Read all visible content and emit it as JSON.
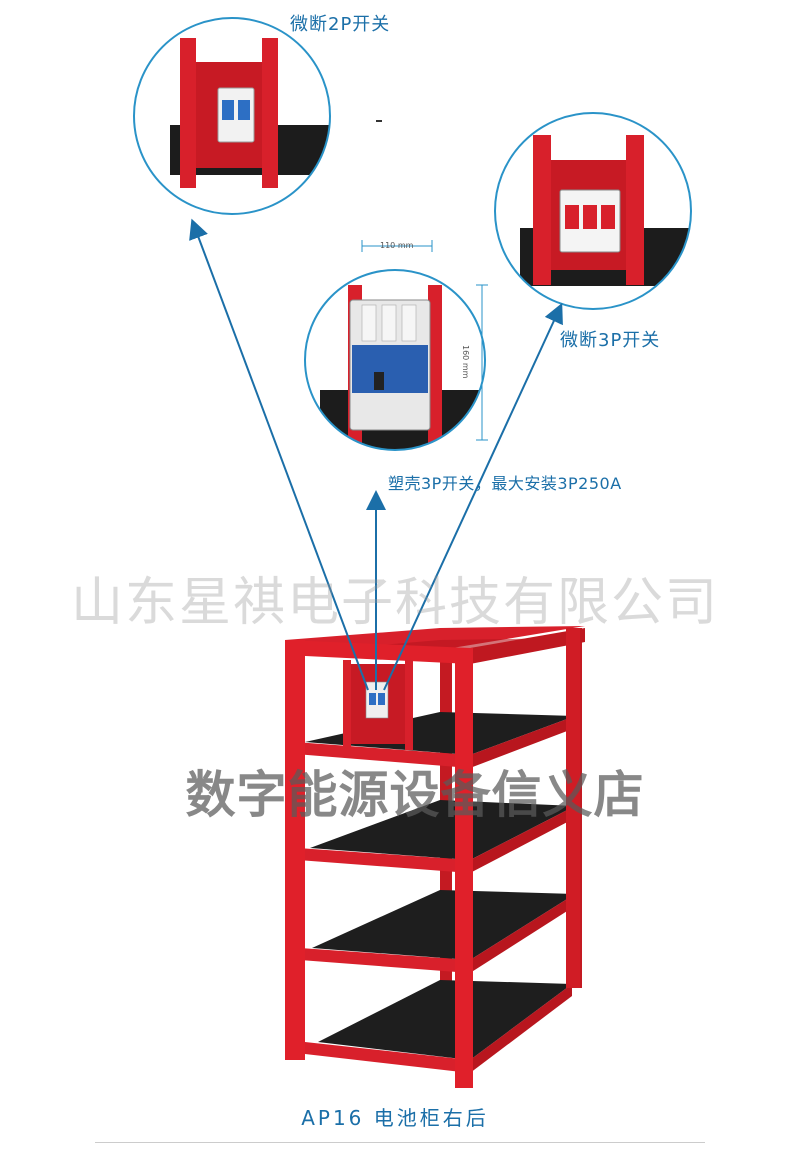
{
  "callouts": {
    "mcb_2p": "微断2P开关",
    "mcb_3p": "微断3P开关",
    "mccb_3p": "塑壳3P开关，最大安装3P250A"
  },
  "dimensions": {
    "width": "110 mm",
    "height": "160 mm"
  },
  "watermarks": {
    "company": "山东星祺电子科技有限公司",
    "shop": "数字能源设备信义店"
  },
  "caption": "AP16 电池柜右后",
  "colors": {
    "frame_red": "#e0202a",
    "shelf_black": "#1e1e1e",
    "accent_blue": "#1b6fa8"
  }
}
